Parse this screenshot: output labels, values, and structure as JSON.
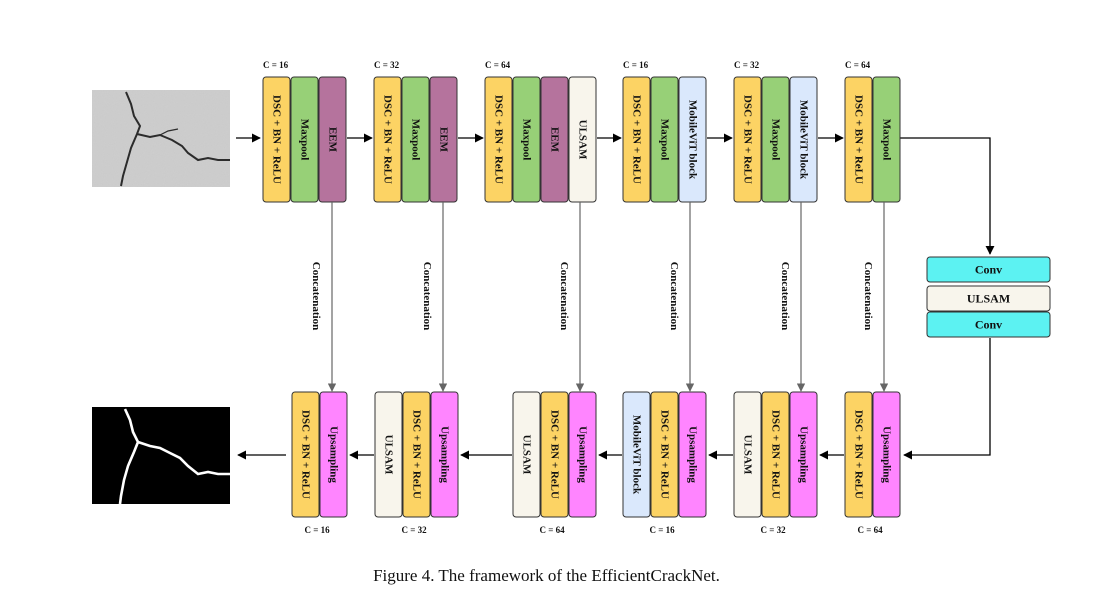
{
  "colors": {
    "dsc": "#FCD364",
    "maxpool": "#97D077",
    "eem": "#B5739D",
    "ulsam": "#F8F5EC",
    "mobilevit": "#DAE8FC",
    "upsampling": "#FF85FF",
    "conv": "#5CF2F2",
    "stroke": "#333333"
  },
  "labels": {
    "dsc": "DSC + BN + ReLU",
    "maxpool": "Maxpool",
    "eem": "EEM",
    "ulsam": "ULSAM",
    "mobilevit": "MobileViT block",
    "upsampling": "Upsampling",
    "conv": "Conv",
    "concat": "Concatenation"
  },
  "encoder": [
    {
      "channels": "C = 16",
      "blocks": [
        "dsc",
        "maxpool",
        "eem"
      ]
    },
    {
      "channels": "C = 32",
      "blocks": [
        "dsc",
        "maxpool",
        "eem"
      ]
    },
    {
      "channels": "C = 64",
      "blocks": [
        "dsc",
        "maxpool",
        "eem",
        "ulsam"
      ]
    },
    {
      "channels": "C = 16",
      "blocks": [
        "dsc",
        "maxpool",
        "mobilevit"
      ]
    },
    {
      "channels": "C = 32",
      "blocks": [
        "dsc",
        "maxpool",
        "mobilevit"
      ]
    },
    {
      "channels": "C = 64",
      "blocks": [
        "dsc",
        "maxpool"
      ]
    }
  ],
  "decoder": [
    {
      "channels": "C = 16",
      "blocks": [
        "dsc",
        "upsampling"
      ]
    },
    {
      "channels": "C = 32",
      "blocks": [
        "ulsam",
        "dsc",
        "upsampling"
      ]
    },
    {
      "channels": "C = 64",
      "blocks": [
        "ulsam",
        "dsc",
        "upsampling"
      ]
    },
    {
      "channels": "C = 16",
      "blocks": [
        "mobilevit",
        "dsc",
        "upsampling"
      ]
    },
    {
      "channels": "C = 32",
      "blocks": [
        "ulsam",
        "dsc",
        "upsampling"
      ]
    },
    {
      "channels": "C = 64",
      "blocks": [
        "dsc",
        "upsampling"
      ]
    }
  ],
  "bottleneck": [
    "conv",
    "ulsam",
    "conv"
  ],
  "caption": "Figure 4. The framework of the EfficientCrackNet."
}
